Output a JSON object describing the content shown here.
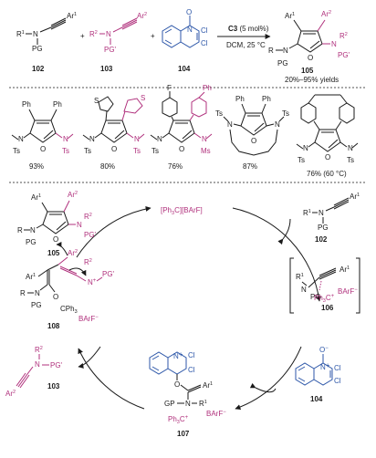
{
  "scheme": {
    "reagent1": {
      "r1": "R",
      "r1sup": "1",
      "n": "N",
      "pg": "PG",
      "ar": "Ar",
      "arsup": "1",
      "num": "102"
    },
    "plus1": "+",
    "reagent2": {
      "r2": "R",
      "r2sup": "2",
      "n": "N",
      "pg": "PG'",
      "ar": "Ar",
      "arsup": "2",
      "num": "103"
    },
    "plus2": "+",
    "reagent3": {
      "o": "O",
      "n": "N",
      "cl1": "Cl",
      "cl2": "Cl",
      "num": "104"
    },
    "catalyst": "C3",
    "catalyst_loading": " (5 mol%)",
    "conditions": "DCM, 25 °C",
    "product": {
      "ar1": "Ar",
      "ar1sup": "1",
      "ar2": "Ar",
      "ar2sup": "2",
      "r": "R",
      "n": "N",
      "pg": "PG",
      "o": "O",
      "n2": "N",
      "r2": "R",
      "r2sup": "2",
      "pg2": "PG'",
      "num": "105"
    },
    "yield_range": "20%–95% yields"
  },
  "examples": [
    {
      "ph1": "Ph",
      "ph2": "Ph",
      "ts1": "Ts",
      "ts2": "Ts",
      "n1": "N",
      "n2": "N",
      "o": "O",
      "yield": "93%"
    },
    {
      "ts1": "Ts",
      "ts2": "Ts",
      "n1": "N",
      "n2": "N",
      "o": "O",
      "s1": "S",
      "s2": "S",
      "yield": "80%"
    },
    {
      "f": "F",
      "ph": "Ph",
      "ts": "Ts",
      "ms": "Ms",
      "n1": "N",
      "n2": "N",
      "o": "O",
      "yield": "76%"
    },
    {
      "ph1": "Ph",
      "ph2": "Ph",
      "ts1": "Ts",
      "ts2": "Ts",
      "n1": "N",
      "n2": "N",
      "o": "O",
      "yield": "87%"
    },
    {
      "ts1": "Ts",
      "ts2": "Ts",
      "n1": "N",
      "n2": "N",
      "o": "O",
      "yield": "76% (60 °C)"
    }
  ],
  "cycle": {
    "catalyst": "[Ph",
    "catalyst_sub": "3",
    "catalyst_rest": "C][BArF]",
    "c105": {
      "ar1": "Ar",
      "ar1sup": "1",
      "ar2": "Ar",
      "ar2sup": "2",
      "r": "R",
      "n": "N",
      "pg": "PG",
      "o": "O",
      "n2": "N",
      "r2": "R",
      "r2sup": "2",
      "pg2": "PG'",
      "num": "105"
    },
    "c102": {
      "r1": "R",
      "r1sup": "1",
      "n": "N",
      "pg": "PG",
      "ar": "Ar",
      "arsup": "1",
      "num": "102"
    },
    "c106": {
      "r1": "R",
      "r1sup": "1",
      "n": "N",
      "pg": "PG",
      "ar": "Ar",
      "arsup": "1",
      "ph": "Ph",
      "ph_sub": "3",
      "c": "C",
      "plus": "+",
      "barf": "BArF",
      "minus": "−",
      "num": "106"
    },
    "c104": {
      "o": "O",
      "n": "N",
      "plus": "+",
      "minus": "−",
      "cl1": "Cl",
      "cl2": "Cl",
      "num": "104"
    },
    "c107": {
      "n": "N",
      "plus": "+",
      "cl1": "Cl",
      "cl2": "Cl",
      "o": "O",
      "ar": "Ar",
      "arsup": "1",
      "gp": "GP",
      "n2": "N",
      "r1": "R",
      "r1sup": "1",
      "ph": "Ph",
      "ph_sub": "3",
      "c": "C",
      "cplus": "+",
      "barf": "BArF",
      "minus": "−",
      "num": "107"
    },
    "c103": {
      "r2": "R",
      "r2sup": "2",
      "n": "N",
      "pg": "PG'",
      "ar": "Ar",
      "arsup": "2",
      "num": "103"
    },
    "c108": {
      "ar1": "Ar",
      "ar1sup": "1",
      "ar2": "Ar",
      "ar2sup": "2",
      "r2": "R",
      "r2sup": "2",
      "n": "N",
      "plus": "+",
      "pg": "PG'",
      "r": "R",
      "n2": "N",
      "pg2": "PG",
      "o": "O",
      "cph": "CPh",
      "cph_sub": "3",
      "barf": "BArF",
      "minus": "−",
      "num": "108"
    }
  },
  "colors": {
    "magenta": "#b0307c",
    "blue": "#2c56a8",
    "black": "#1a1a1a"
  }
}
